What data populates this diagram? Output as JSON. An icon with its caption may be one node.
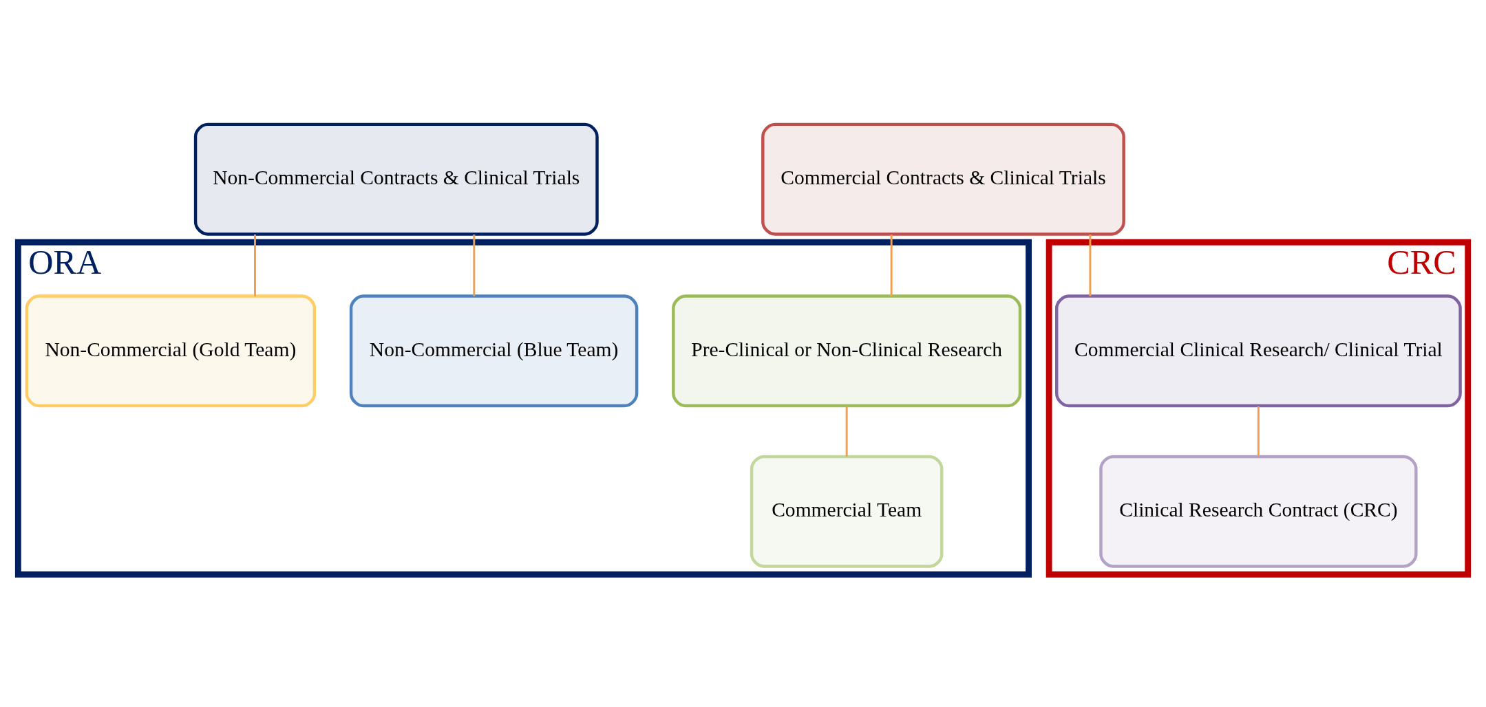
{
  "diagram": {
    "nodes": [
      {
        "text": [
          "Non-Commercial Contracts & Clinical Trials"
        ]
      },
      {
        "text": [
          "Commercial Contracts & Clinical Trials"
        ]
      },
      {
        "text": [
          "ORA"
        ]
      },
      {
        "text": [
          "CRC"
        ]
      },
      {
        "text": [
          "Pre-Clinical or Non-Clinical Research"
        ],
        "in": 2
      },
      {
        "text": [
          "Commercial Clinical Research/ Clinical Trial"
        ],
        "in": 3
      },
      {
        "text": [
          "Non-Commercial (Blue Team)"
        ],
        "in": 2
      },
      {
        "text": [
          "Non-Commercial (Gold Team)"
        ],
        "in": 2
      },
      {
        "text": [
          "Commercial Team"
        ],
        "in": 2
      },
      {
        "text": [
          "Clinical Research Contract (CRC)"
        ],
        "in": 3
      }
    ],
    "edges": [
      {
        "from": 0,
        "to": 6,
        "arrow": "none"
      },
      {
        "from": 0,
        "to": 7,
        "arrow": "none"
      },
      {
        "from": 1,
        "to": 4,
        "arrow": "none"
      },
      {
        "from": 1,
        "to": 5,
        "arrow": "none"
      },
      {
        "from": 4,
        "to": 8,
        "arrow": "none"
      },
      {
        "from": 5,
        "to": 9,
        "arrow": "none"
      }
    ]
  }
}
